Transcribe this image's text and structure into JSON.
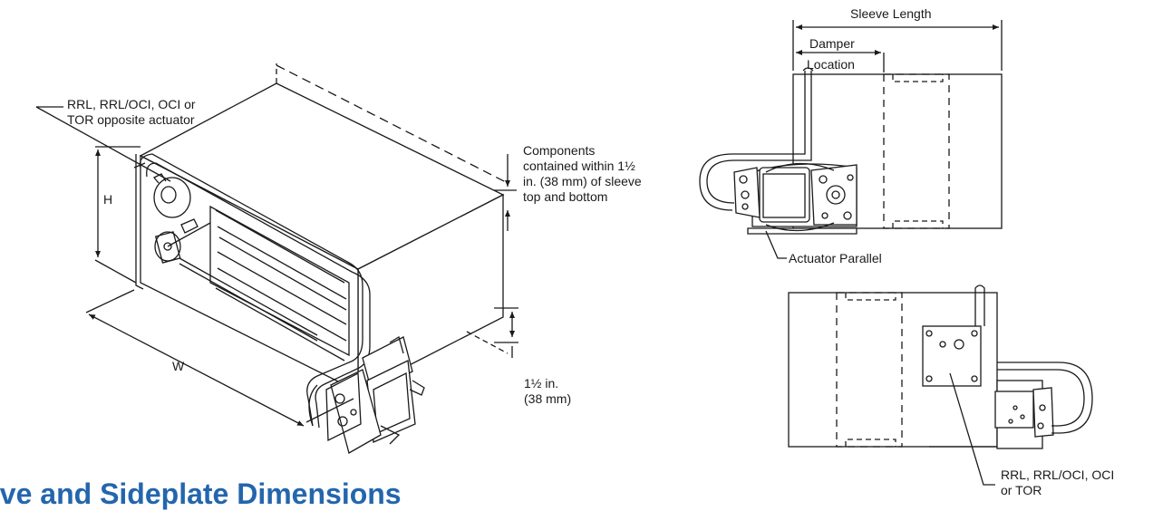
{
  "section_heading": "eve and Sideplate Dimensions",
  "iso_view": {
    "label_opposite": [
      "RRL, RRL/OCI, OCI or",
      "TOR opposite actuator"
    ],
    "label_height": "H",
    "label_width": "W",
    "label_components": [
      "Components",
      "contained within 1½",
      "in. (38 mm) of sleeve",
      "top and bottom"
    ],
    "label_offset": [
      "1½ in.",
      "(38 mm)"
    ]
  },
  "side_view_top": {
    "label_sleeve_length": "Sleeve Length",
    "label_damper_location": [
      "Damper",
      "Location"
    ],
    "label_actuator": "Actuator Parallel"
  },
  "side_view_bottom": {
    "label_opposite": [
      "RRL, RRL/OCI, OCI",
      "or TOR"
    ]
  },
  "colors": {
    "line": "#1a1a1a",
    "heading": "#2366ad",
    "background": "#ffffff"
  }
}
